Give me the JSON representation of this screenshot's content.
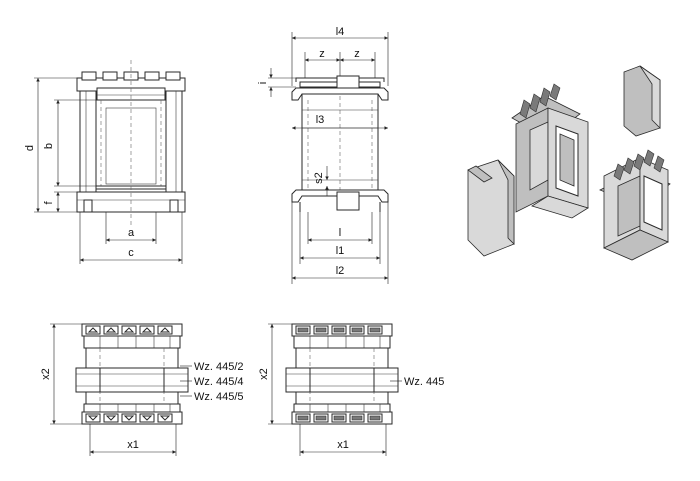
{
  "dimensions": {
    "d": "d",
    "b": "b",
    "f": "f",
    "a": "a",
    "c": "c",
    "l4": "l4",
    "z_left": "z",
    "z_right": "z",
    "i": "i",
    "l3": "l3",
    "s2": "s2",
    "l": "l",
    "l1": "l1",
    "l2": "l2",
    "x2_left": "x2",
    "x1_left": "x1",
    "x2_right": "x2",
    "x1_right": "x1"
  },
  "wz_labels": {
    "left_1": "Wz. 445/2",
    "left_2": "Wz. 445/4",
    "left_3": "Wz. 445/5",
    "right_1": "Wz. 445"
  }
}
